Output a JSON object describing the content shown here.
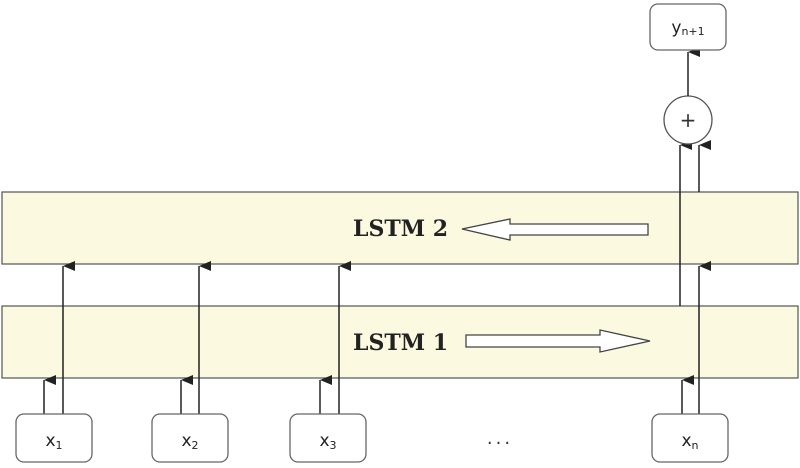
{
  "layers": {
    "lstm2": {
      "label": "LSTM 2",
      "direction": "left"
    },
    "lstm1": {
      "label": "LSTM 1",
      "direction": "right"
    }
  },
  "inputs": [
    {
      "base": "x",
      "sub": "1"
    },
    {
      "base": "x",
      "sub": "2"
    },
    {
      "base": "x",
      "sub": "3"
    },
    {
      "base": "x",
      "sub": "n"
    }
  ],
  "ellipsis": "...",
  "combine": {
    "symbol": "+"
  },
  "output": {
    "base": "y",
    "sub": "n+1"
  },
  "colors": {
    "layer_fill": "#fbf9e0",
    "stroke": "#555555",
    "arrow": "#222222"
  }
}
